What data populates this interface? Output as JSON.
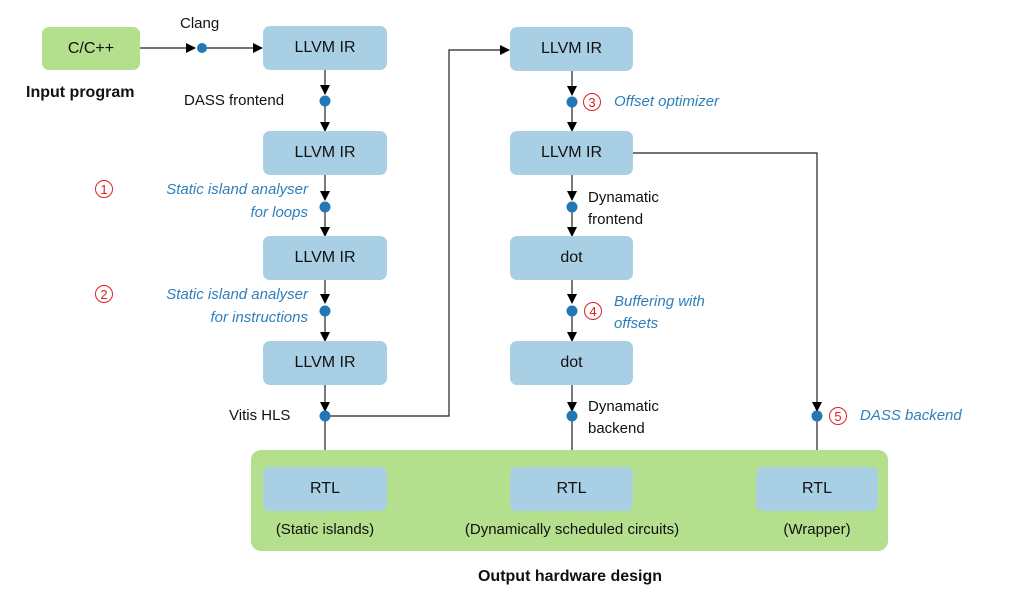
{
  "diagram": {
    "input": {
      "box_label": "C/C++",
      "caption": "Input program",
      "clang_label": "Clang"
    },
    "left_column": {
      "nodes": [
        "LLVM IR",
        "LLVM IR",
        "LLVM IR",
        "LLVM IR"
      ],
      "edges": [
        {
          "label": "DASS frontend"
        },
        {
          "step": "1",
          "label_line1": "Static island analyser",
          "label_line2": "for loops"
        },
        {
          "step": "2",
          "label_line1": "Static island analyser",
          "label_line2": "for instructions"
        },
        {
          "label": "Vitis HLS"
        }
      ]
    },
    "middle_column": {
      "nodes": [
        "LLVM IR",
        "LLVM IR",
        "dot",
        "dot"
      ],
      "edges": [
        {
          "step": "3",
          "label": "Offset optimizer"
        },
        {
          "label_line1": "Dynamatic",
          "label_line2": "frontend"
        },
        {
          "step": "4",
          "label_line1": "Buffering with",
          "label_line2": "offsets"
        },
        {
          "label_line1": "Dynamatic",
          "label_line2": "backend"
        }
      ]
    },
    "right_column": {
      "edges": [
        {
          "step": "5",
          "label": "DASS backend"
        }
      ]
    },
    "output": {
      "caption": "Output hardware design",
      "rtl_boxes": [
        {
          "label": "RTL",
          "caption": "(Static islands)"
        },
        {
          "label": "RTL",
          "caption": "(Dynamically scheduled circuits)"
        },
        {
          "label": "RTL",
          "caption": "(Wrapper)"
        }
      ]
    },
    "colors": {
      "node_fill": "#a8cfe3",
      "input_fill": "#b4df8d",
      "output_fill": "#b4df8d",
      "pass_dot": "#2278b5",
      "step_badge": "#e02020",
      "custom_pass_text": "#2e7fbb"
    }
  }
}
